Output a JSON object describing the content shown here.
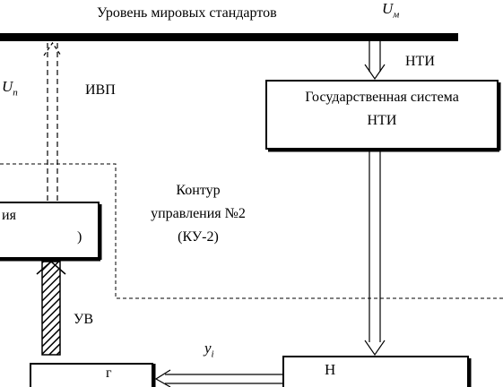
{
  "top_bar": {
    "label": "Уровень мировых стандартов",
    "symbol": "U",
    "symbol_sub": "м"
  },
  "left_link": {
    "symbol": "U",
    "symbol_sub": "п",
    "label": "ИВП"
  },
  "right_link": {
    "label": "НТИ"
  },
  "state_system_box": {
    "line1": "Государственная система",
    "line2": "НТИ"
  },
  "left_box": {
    "line1": "ия",
    "line2": ")"
  },
  "contour": {
    "line1": "Контур",
    "line2": "управления №2",
    "line3": "(КУ-2)"
  },
  "uv_link": {
    "label": "УВ"
  },
  "bottom_arrow": {
    "symbol": "y",
    "symbol_sub": "i"
  },
  "bottom_left_box": {
    "label": "г"
  },
  "bottom_right_box": {
    "label": "Н"
  },
  "colors": {
    "line": "#000000",
    "background": "#ffffff"
  }
}
